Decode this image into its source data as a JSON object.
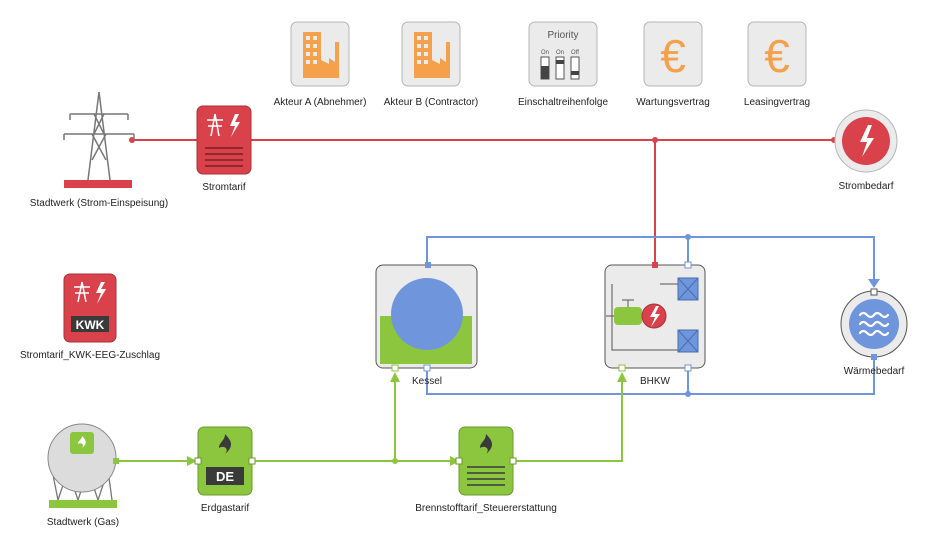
{
  "colors": {
    "electric": "#d9414b",
    "heat": "#6f96dc",
    "gas": "#8cc63f",
    "actor": "#f5a04a",
    "tile_bg": "#ebebeb",
    "tile_border": "#b5b5b5",
    "grid_bar": "#d9414b",
    "gas_bar": "#8cc63f"
  },
  "top_icons": [
    {
      "id": "actor-a",
      "label": "Akteur A (Abnehmer)",
      "icon": "factory-icon"
    },
    {
      "id": "actor-b",
      "label": "Akteur B (Contractor)",
      "icon": "factory-icon"
    },
    {
      "id": "priority",
      "label": "Einschaltreihenfolge",
      "icon": "priority-switch-icon",
      "title": "Priority",
      "switches": [
        "On",
        "On",
        "Off"
      ]
    },
    {
      "id": "maintenance",
      "label": "Wartungsvertrag",
      "icon": "euro-icon"
    },
    {
      "id": "leasing",
      "label": "Leasingvertrag",
      "icon": "euro-icon"
    }
  ],
  "nodes": {
    "grid": {
      "label": "Stadtwerk (Strom-Einspeisung)",
      "icon": "power-pylon-icon"
    },
    "stromtarif": {
      "label": "Stromtarif",
      "icon": "electric-tariff-icon"
    },
    "strombedarf": {
      "label": "Strombedarf",
      "icon": "electric-demand-icon"
    },
    "kwk": {
      "label": "Stromtarif_KWK-EEG-Zuschlag",
      "badge": "KWK",
      "icon": "electric-tariff-icon"
    },
    "kessel": {
      "label": "Kessel",
      "icon": "boiler-icon"
    },
    "bhkw": {
      "label": "BHKW",
      "icon": "chp-icon"
    },
    "waermebedarf": {
      "label": "Wärmebedarf",
      "icon": "heat-demand-icon"
    },
    "gas": {
      "label": "Stadtwerk (Gas)",
      "icon": "gas-tank-icon"
    },
    "erdgastarif": {
      "label": "Erdgastarif",
      "badge": "DE",
      "icon": "gas-tariff-icon"
    },
    "brennstoff": {
      "label": "Brennstofftarif_Steuererstattung",
      "icon": "gas-tariff-icon"
    }
  }
}
